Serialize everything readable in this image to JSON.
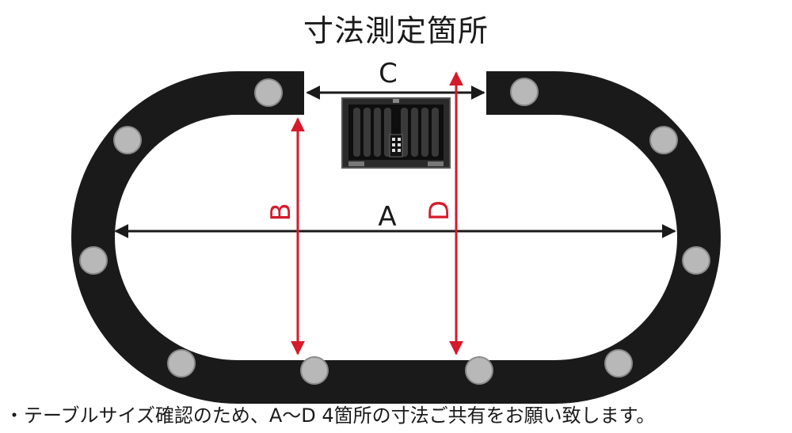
{
  "title": "寸法測定箇所",
  "labels": {
    "a": "A",
    "b": "B",
    "c": "C",
    "d": "D"
  },
  "note": "・テーブルサイズ確認のため、A〜D 4箇所の寸法ご共有をお願い致します。",
  "colors": {
    "table": "#1a1a1a",
    "seat": "#b8b8b8",
    "measure_red": "#d61a2a",
    "measure_black": "#1a1a1a"
  }
}
